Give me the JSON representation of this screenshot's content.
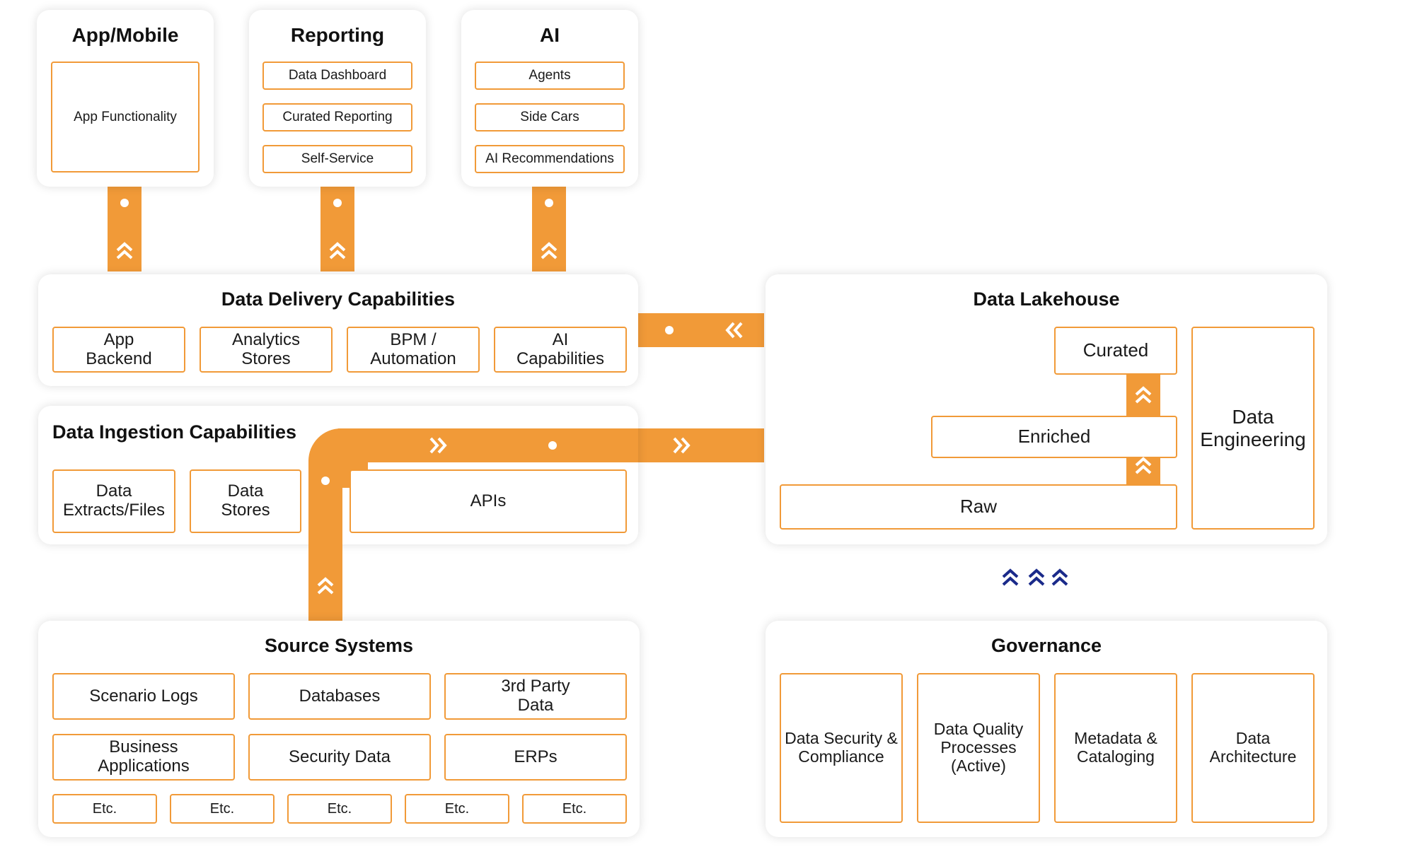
{
  "top": {
    "app": {
      "title": "App/Mobile",
      "items": [
        "App Functionality"
      ]
    },
    "reporting": {
      "title": "Reporting",
      "items": [
        "Data Dashboard",
        "Curated Reporting",
        "Self-Service"
      ]
    },
    "ai": {
      "title": "AI",
      "items": [
        "Agents",
        "Side Cars",
        "AI Recommendations"
      ]
    }
  },
  "delivery": {
    "title": "Data Delivery Capabilities",
    "items": [
      "App\nBackend",
      "Analytics\nStores",
      "BPM /\nAutomation",
      "AI\nCapabilities"
    ]
  },
  "ingestion": {
    "title": "Data Ingestion Capabilities",
    "items": [
      "Data\nExtracts/Files",
      "Data\nStores",
      "APIs"
    ]
  },
  "lakehouse": {
    "title": "Data Lakehouse",
    "layers": [
      "Curated",
      "Enriched",
      "Raw"
    ],
    "side": "Data\nEngineering"
  },
  "sources": {
    "title": "Source Systems",
    "items": [
      "Scenario Logs",
      "Databases",
      "3rd Party\nData",
      "Business\nApplications",
      "Security Data",
      "ERPs"
    ],
    "etc": [
      "Etc.",
      "Etc.",
      "Etc.",
      "Etc.",
      "Etc."
    ]
  },
  "governance": {
    "title": "Governance",
    "items": [
      "Data Security &\nCompliance",
      "Data Quality\nProcesses\n(Active)",
      "Metadata &\nCataloging",
      "Data\nArchitecture"
    ]
  },
  "colors": {
    "accent": "#f19a38",
    "navy": "#1a2a8a"
  },
  "icons": {
    "pipe_up": "double-chevron-up-icon",
    "pipe_left": "double-chevron-left-icon",
    "pipe_right": "double-chevron-right-icon",
    "governance_arrows": "double-chevron-up-icon"
  }
}
